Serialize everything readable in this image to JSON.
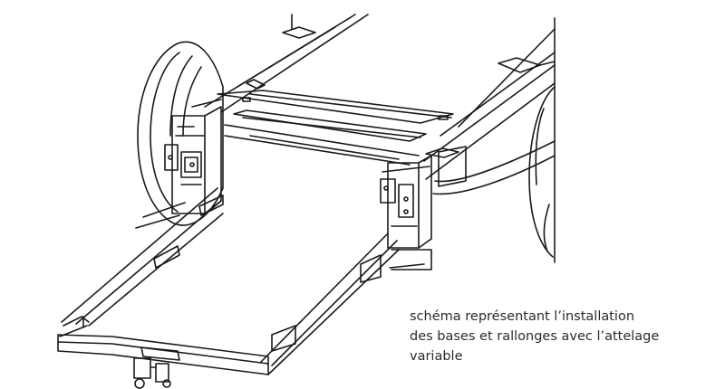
{
  "figure": {
    "caption_lines": [
      "schéma représentant l’installation",
      "des bases et rallonges avec l’attelage",
      "variable"
    ],
    "line_color": "#1a1a1a",
    "background": "#ffffff"
  }
}
